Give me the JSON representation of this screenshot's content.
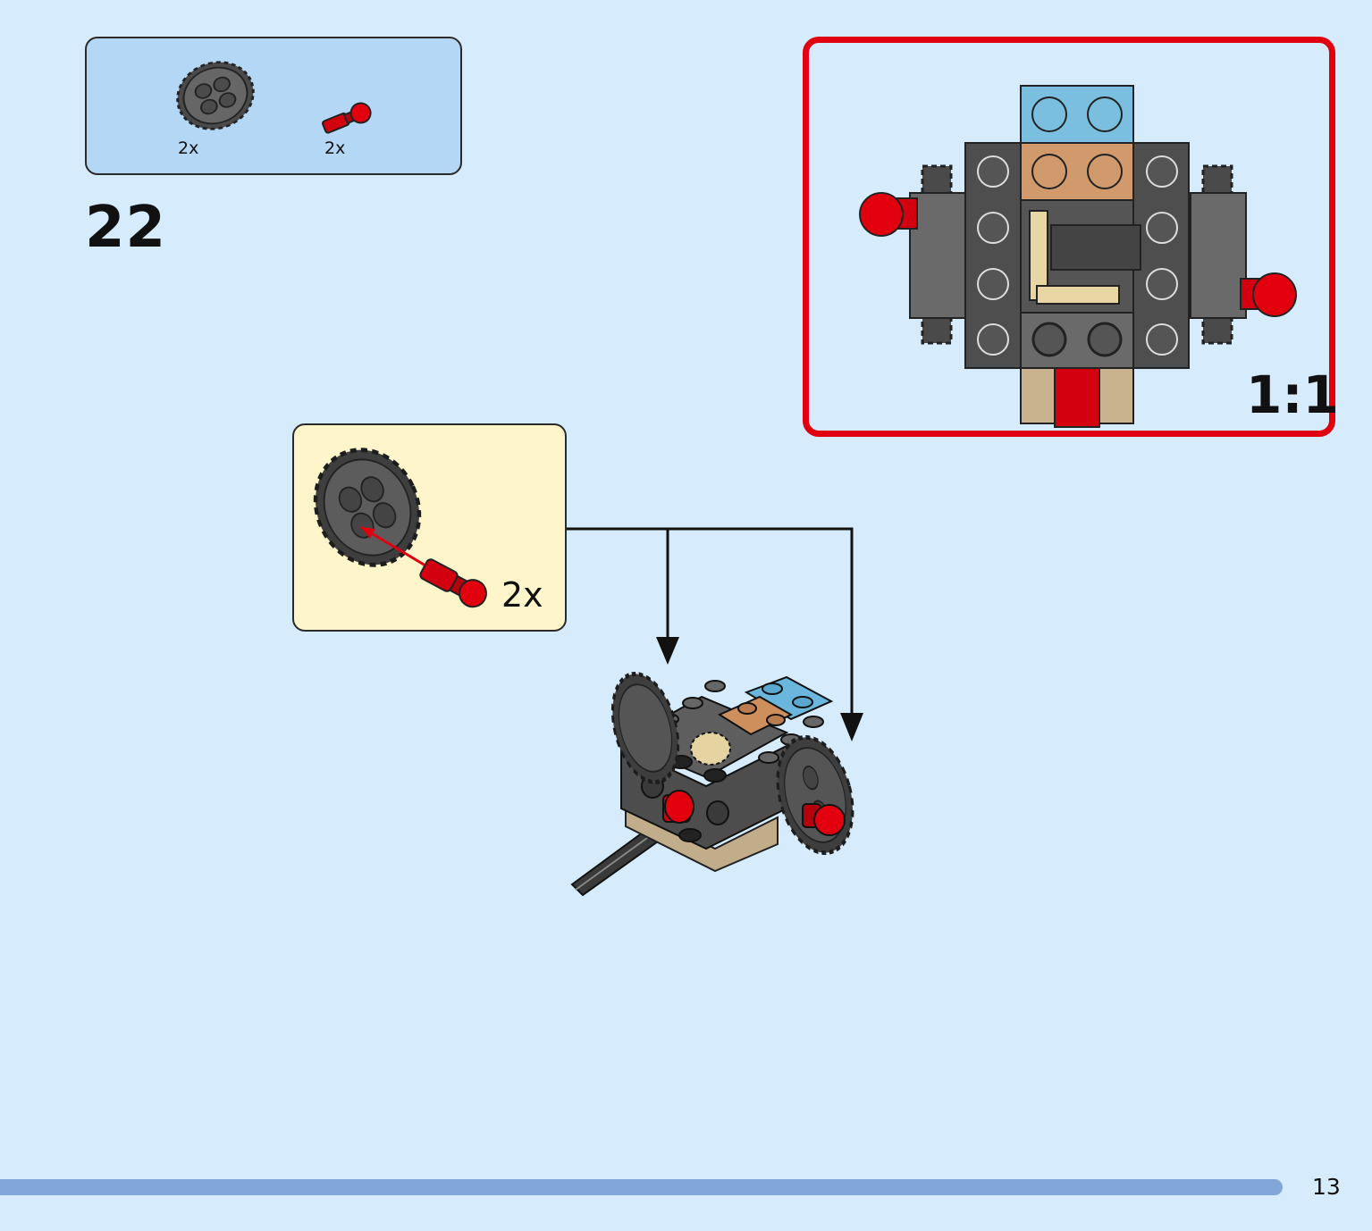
{
  "page": {
    "background": "#d6ebfb",
    "number": "13"
  },
  "step": {
    "number": "22"
  },
  "parts": [
    {
      "icon": "gear-24-tooth-icon",
      "color": "#585858",
      "quantity": "2x"
    },
    {
      "icon": "red-pin-icon",
      "color": "#e00010",
      "quantity": "2x"
    }
  ],
  "subassembly": {
    "quantity": "2x",
    "background": "#fff5cb"
  },
  "detail_view": {
    "scale": "1:1",
    "border_color": "#e0000f"
  },
  "progress": {
    "fraction": 0.935,
    "color": "#83a6d9"
  }
}
